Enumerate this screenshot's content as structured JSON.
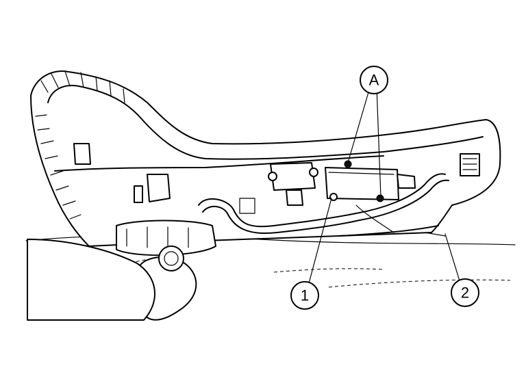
{
  "callouts": {
    "a": {
      "label": "A"
    },
    "one": {
      "label": "1"
    },
    "two": {
      "label": "2"
    }
  },
  "colors": {
    "line": "#000000",
    "background": "#ffffff"
  }
}
